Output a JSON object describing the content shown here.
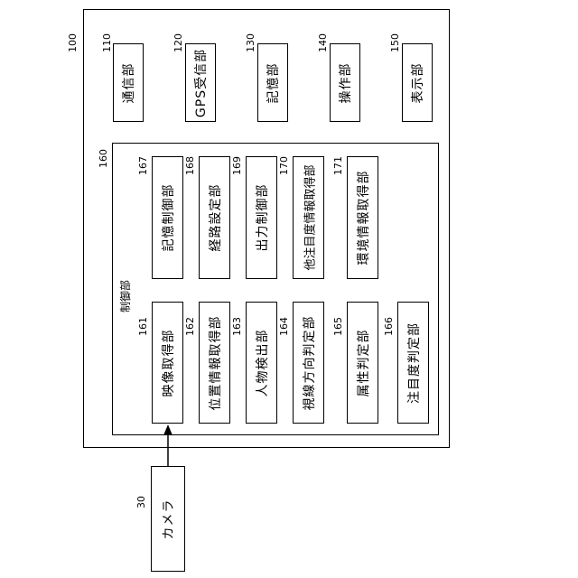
{
  "device": {
    "ref": "100",
    "units": [
      {
        "ref": "110",
        "label": "通信部"
      },
      {
        "ref": "120",
        "label": "GPS受信部"
      },
      {
        "ref": "130",
        "label": "記憶部"
      },
      {
        "ref": "140",
        "label": "操作部"
      },
      {
        "ref": "150",
        "label": "表示部"
      }
    ]
  },
  "control": {
    "ref": "160",
    "label": "制御部",
    "left_blocks": [
      {
        "ref": "161",
        "label": "映像取得部"
      },
      {
        "ref": "162",
        "label": "位置情報取得部"
      },
      {
        "ref": "163",
        "label": "人物検出部"
      },
      {
        "ref": "164",
        "label": "視線方向判定部"
      },
      {
        "ref": "165",
        "label": "属性判定部"
      },
      {
        "ref": "166",
        "label": "注目度判定部"
      }
    ],
    "right_blocks": [
      {
        "ref": "167",
        "label": "記憶制御部"
      },
      {
        "ref": "168",
        "label": "経路設定部"
      },
      {
        "ref": "169",
        "label": "出力制御部"
      },
      {
        "ref": "170",
        "label": "他注目度情報取得部"
      },
      {
        "ref": "171",
        "label": "環境情報取得部"
      }
    ]
  },
  "camera": {
    "ref": "30",
    "label": "カメラ"
  }
}
